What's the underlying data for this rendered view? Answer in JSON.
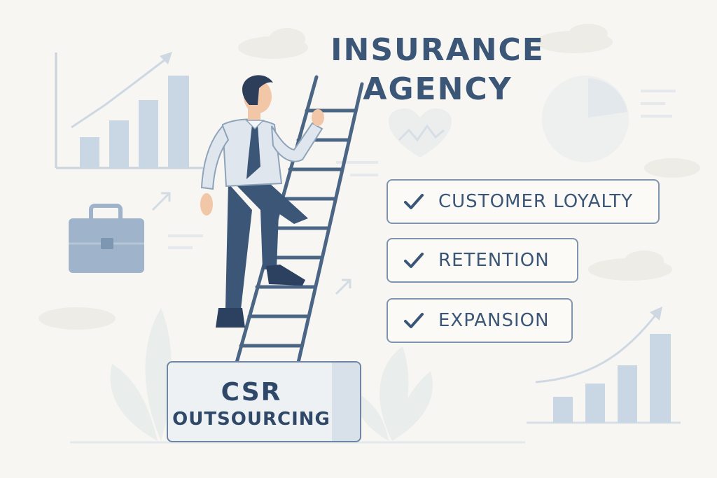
{
  "title": {
    "line1": "INSURANCE",
    "line2": "AGENCY"
  },
  "checklist": [
    {
      "label": "CUSTOMER LOYALTY"
    },
    {
      "label": "RETENTION"
    },
    {
      "label": "EXPANSION"
    }
  ],
  "base_block": {
    "line1": "CSR",
    "line2": "OUTSOURCING"
  },
  "colors": {
    "background": "#f8f6f2",
    "navy": "#3b5677",
    "pale_blue": "#c9d6e3",
    "shirt": "#dfe6ee"
  }
}
